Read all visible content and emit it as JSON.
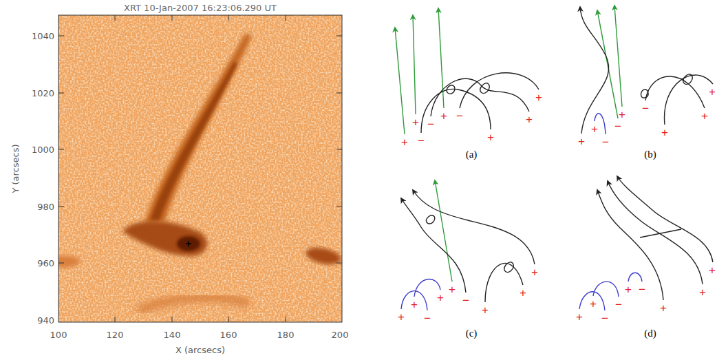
{
  "diagram": {
    "labels": [
      "XRT 10-Jan-2007 16:23:06.290 UT",
      "1040",
      "1020",
      "1000",
      "980",
      "960",
      "940",
      "Y (arcsecs)",
      "100",
      "120",
      "140",
      "160",
      "180",
      "200",
      "X (arcsecs)",
      "(a)",
      "(b)",
      "(c)",
      "(d)",
      "+",
      "−",
      "+",
      "−",
      "+",
      "−",
      "+",
      "+",
      "+",
      "+",
      "+",
      "−",
      "−",
      "+",
      "−",
      "+",
      "+",
      "+",
      "+",
      "+",
      "−",
      "+",
      "+",
      "−",
      "+",
      "+",
      "+",
      "+",
      "+",
      "−",
      "−",
      "+",
      "−",
      "+",
      "+",
      "+"
    ]
  }
}
